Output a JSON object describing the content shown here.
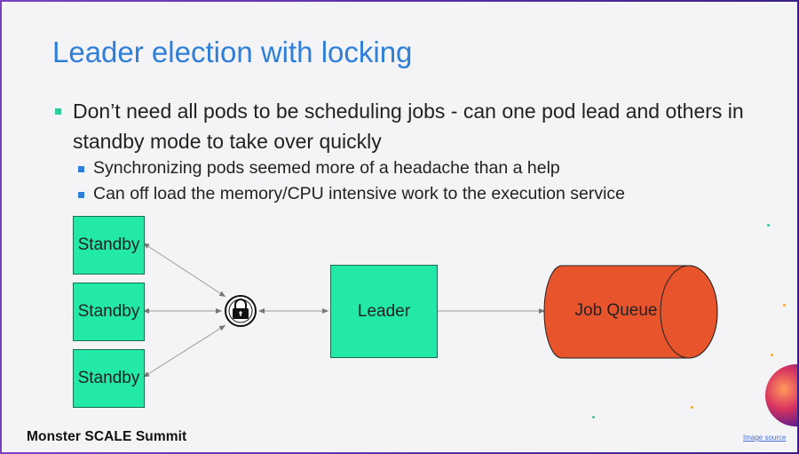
{
  "slide": {
    "title": "Leader election with locking",
    "bullets": [
      {
        "text": "Don’t need all pods to be scheduling jobs - can one pod lead and others in standby mode to take over quickly",
        "sub": [
          "Synchronizing pods seemed more of a headache than a help",
          "Can off load the memory/CPU intensive work to the execution service"
        ]
      }
    ]
  },
  "diagram": {
    "standby_nodes": [
      "Standby",
      "Standby",
      "Standby"
    ],
    "lock_icon": "padlock-icon",
    "leader": "Leader",
    "queue": "Job Queue",
    "colors": {
      "node_fill": "#22e8a8",
      "queue_fill": "#e8542c",
      "arrow": "#777777"
    }
  },
  "footer": {
    "logo": "Monster SCALE Summit",
    "image_source": "Image source"
  }
}
